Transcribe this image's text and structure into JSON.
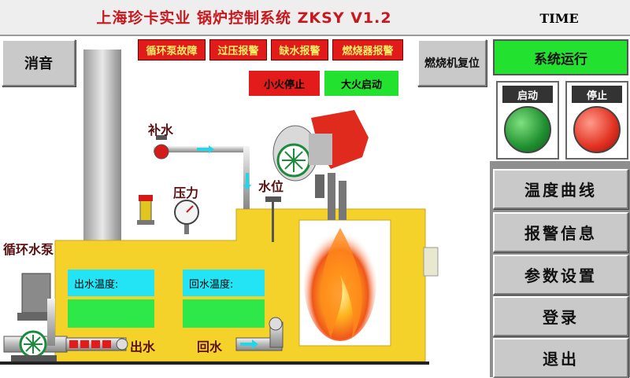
{
  "header": {
    "title": "上海珍卡实业  锅炉控制系统 ZKSY V1.2",
    "time_label": "TIME"
  },
  "buttons": {
    "mute": "消音",
    "burner_reset": "燃烧机复位"
  },
  "alarms": [
    {
      "label": "循环泵故障"
    },
    {
      "label": "过压报警"
    },
    {
      "label": "缺水报警"
    },
    {
      "label": "燃烧器报警"
    }
  ],
  "fire": {
    "small_stop": "小火停止",
    "big_start": "大火启动"
  },
  "status": {
    "label": "系统运行"
  },
  "controls": {
    "start_label": "启动",
    "stop_label": "停止"
  },
  "menu": [
    {
      "label": "温度曲线"
    },
    {
      "label": "报警信息"
    },
    {
      "label": "参数设置"
    },
    {
      "label": "登录"
    },
    {
      "label": "退出"
    }
  ],
  "diagram": {
    "makeup_water": "补水",
    "pressure": "压力",
    "water_level": "水位",
    "circulation_pump": "循环水泵",
    "outlet": "出水",
    "return": "回水",
    "outlet_temp_label": "出水温度:",
    "return_temp_label": "回水温度:",
    "outlet_temp_value": "",
    "return_temp_value": ""
  },
  "colors": {
    "title": "#c8171d",
    "alarm_bg": "#e11a1a",
    "alarm_text": "#ffee66",
    "running_green": "#22e22f",
    "boiler_yellow": "#f5d229",
    "cyan": "#22e4f4"
  }
}
